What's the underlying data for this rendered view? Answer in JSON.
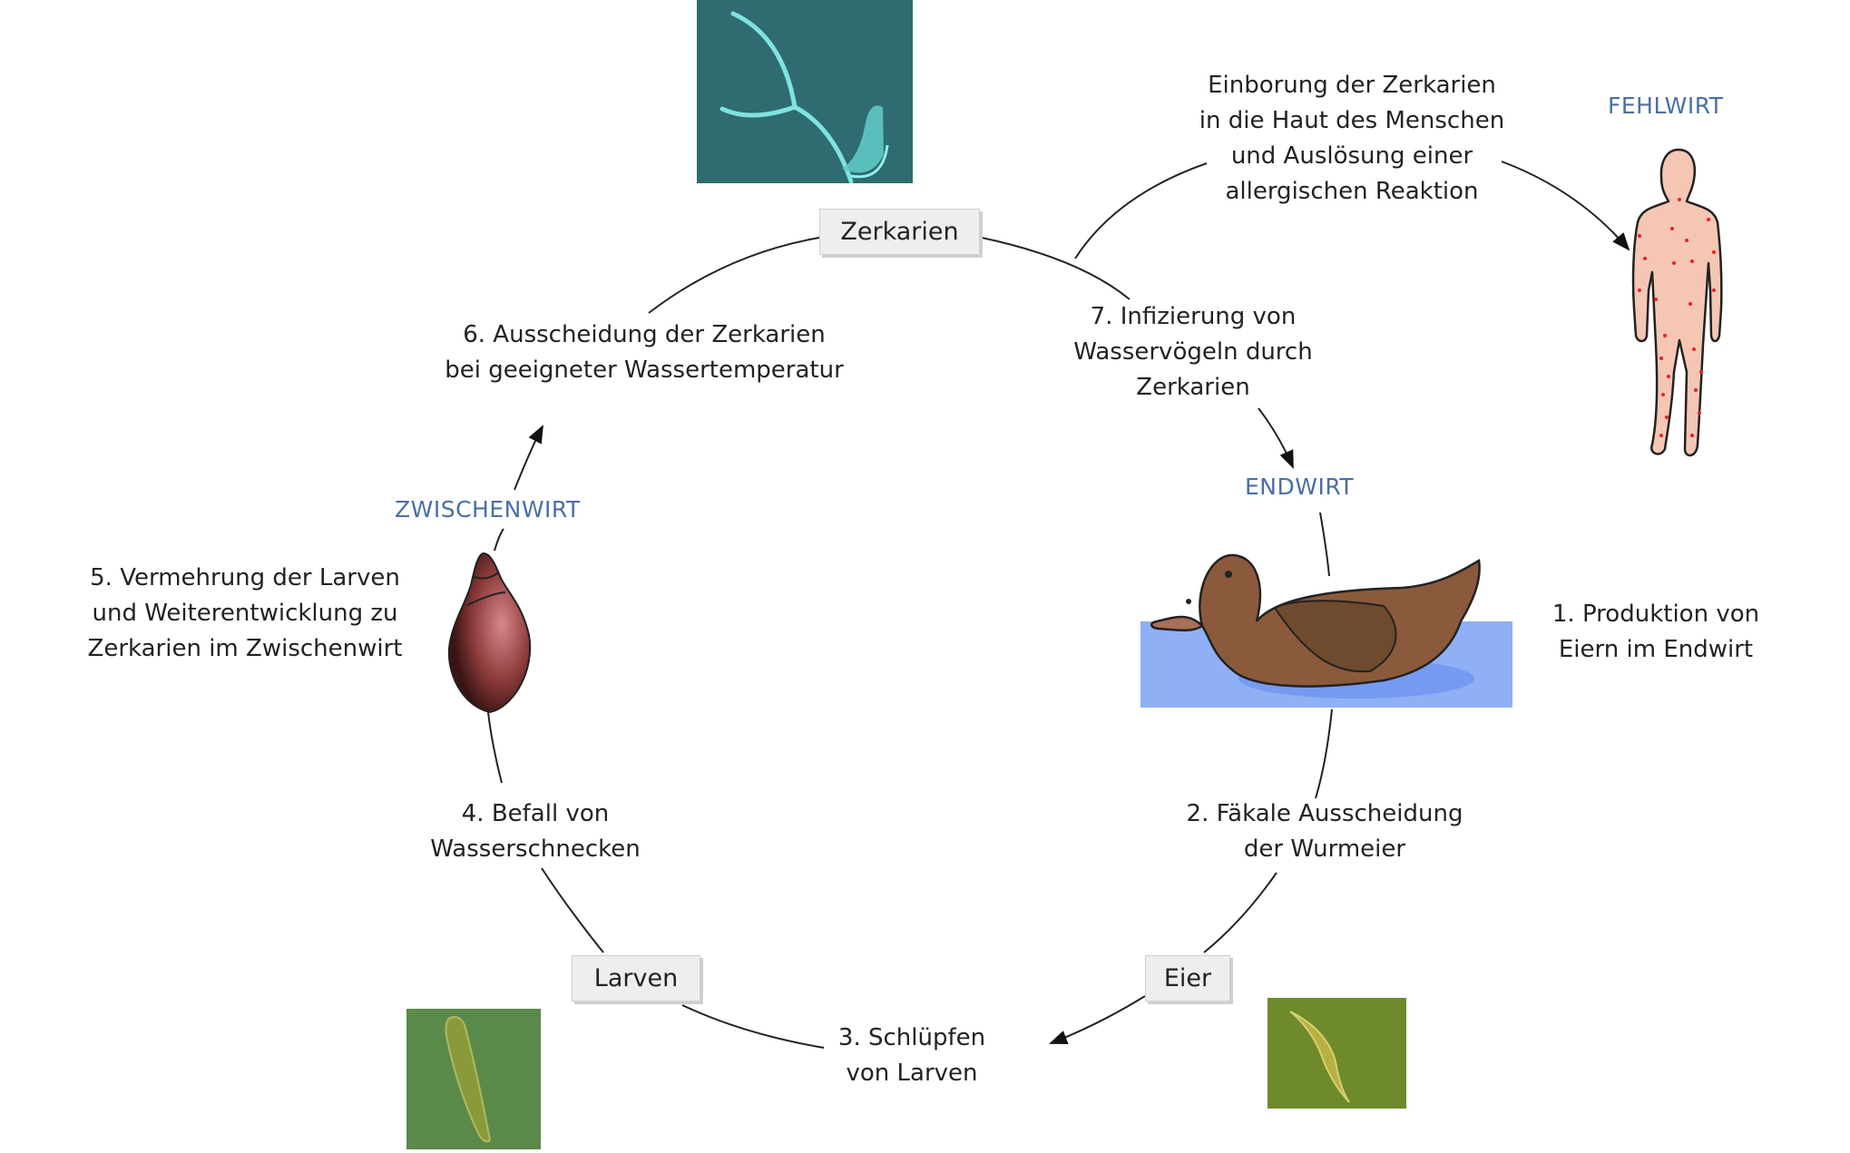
{
  "diagram": {
    "type": "life-cycle",
    "stages": {
      "cercariae": "Zerkarien",
      "eggs": "Eier",
      "larvae": "Larven"
    },
    "hosts": {
      "dead_end_host": "FEHLWIRT",
      "definitive_host": "ENDWIRT",
      "intermediate_host": "ZWISCHENWIRT"
    },
    "steps": {
      "step1": [
        "1. Produktion von",
        "Eiern im Endwirt"
      ],
      "step2": [
        "2. Fäkale Ausscheidung",
        "der Wurmeier"
      ],
      "step3": [
        "3. Schlüpfen",
        "von Larven"
      ],
      "step4": [
        "4. Befall von",
        "Wasserschnecken"
      ],
      "step5": [
        "5. Vermehrung der Larven",
        "und Weiterentwicklung zu",
        "Zerkarien im Zwischenwirt"
      ],
      "step6": [
        "6. Ausscheidung der Zerkarien",
        "bei geeigneter Wassertemperatur"
      ],
      "step7": [
        "7. Infizierung von",
        "Wasservögeln durch",
        "Zerkarien"
      ],
      "human_infection": [
        "Einborung der Zerkarien",
        "in die Haut des Menschen",
        "und Auslösung einer",
        "allergischen Reaktion"
      ]
    },
    "colors": {
      "host_label": "#4a6fa5",
      "water": "#8fb0f5",
      "duck": "#8b5a3c",
      "snail": "#8b3a3a",
      "human_skin": "#f5c6b4",
      "rash": "#e8202a"
    }
  }
}
